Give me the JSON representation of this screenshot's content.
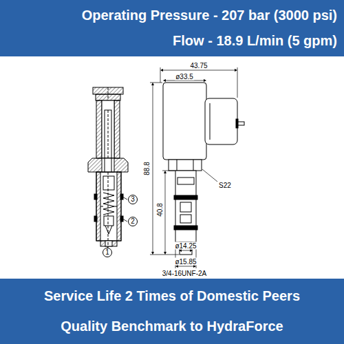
{
  "diagram": {
    "nodes": [
      {
        "text": [
          "Operating Pressure - 207 bar (3000 psi)",
          "Flow - 18.9 L/min (5 gpm)"
        ]
      },
      {
        "text": [
          "3"
        ]
      },
      {
        "text": [
          "2"
        ]
      },
      {
        "text": [
          "1"
        ]
      },
      {
        "text": [
          "Service Life 2 Times of Domestic Peers",
          "Quality Benchmark to HydraForce"
        ]
      }
    ],
    "labels": [
      "43.75",
      "ø33.5",
      "88.8",
      "40.8",
      "S22",
      "ø14.25",
      "ø15.85",
      "3/4-16UNF-2A"
    ]
  }
}
